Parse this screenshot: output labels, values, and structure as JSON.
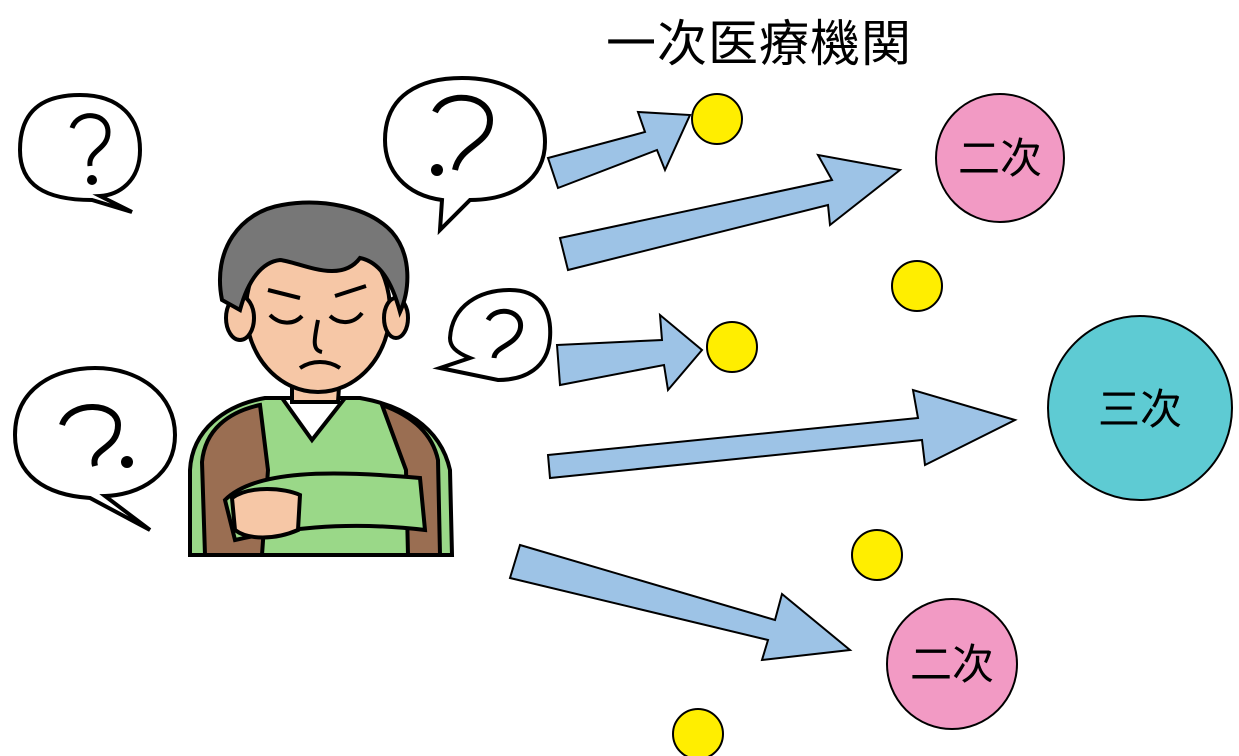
{
  "diagram": {
    "title": "一次医療機関",
    "nodes": [
      {
        "id": "secondary-top",
        "label": "二次",
        "color": "#f29ac4"
      },
      {
        "id": "tertiary",
        "label": "三次",
        "color": "#5ecbd3"
      },
      {
        "id": "secondary-bottom",
        "label": "二次",
        "color": "#f29ac4"
      }
    ],
    "colors": {
      "primary_dot": "#ffee00",
      "arrow_fill": "#9dc3e6",
      "outline": "#000000",
      "shirt": "#9ad888",
      "vest": "#9a6e52",
      "skin": "#f6c7a6",
      "hair": "#777777"
    },
    "icons": [
      "confused-person-icon",
      "question-bubble-icon"
    ]
  }
}
